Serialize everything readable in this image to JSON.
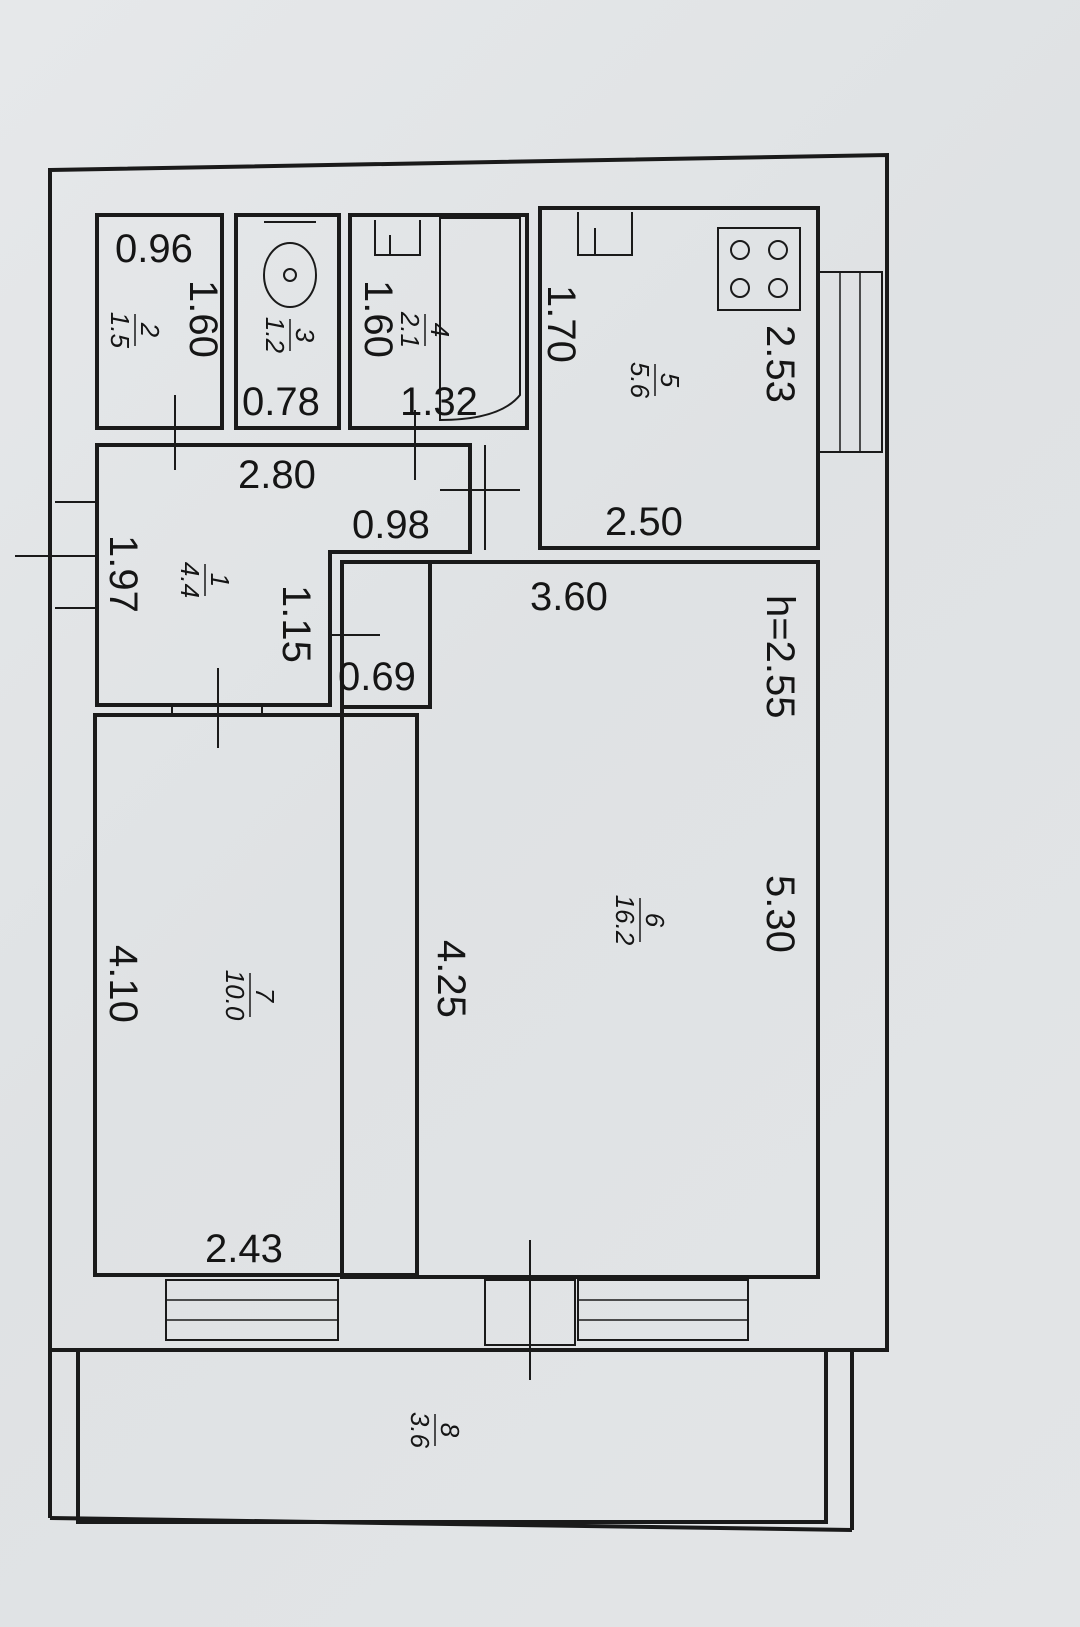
{
  "rooms": [
    {
      "id": "1",
      "area": "4.4"
    },
    {
      "id": "2",
      "area": "1.5"
    },
    {
      "id": "3",
      "area": "1.2"
    },
    {
      "id": "4",
      "area": "2.1"
    },
    {
      "id": "5",
      "area": "5.6"
    },
    {
      "id": "6",
      "area": "16.2"
    },
    {
      "id": "7",
      "area": "10.0"
    },
    {
      "id": "8",
      "area": "3.6"
    }
  ],
  "dimensions": {
    "d_096": "0.96",
    "d_160a": "1.60",
    "d_078": "0.78",
    "d_160b": "1.60",
    "d_132": "1.32",
    "d_170": "1.70",
    "d_253": "2.53",
    "d_280": "2.80",
    "d_098": "0.98",
    "d_250": "2.50",
    "d_197": "1.97",
    "d_115": "1.15",
    "d_069": "0.69",
    "d_360": "3.60",
    "h": "h=2.55",
    "d_530": "5.30",
    "d_425": "4.25",
    "d_410": "4.10",
    "d_243": "2.43"
  }
}
